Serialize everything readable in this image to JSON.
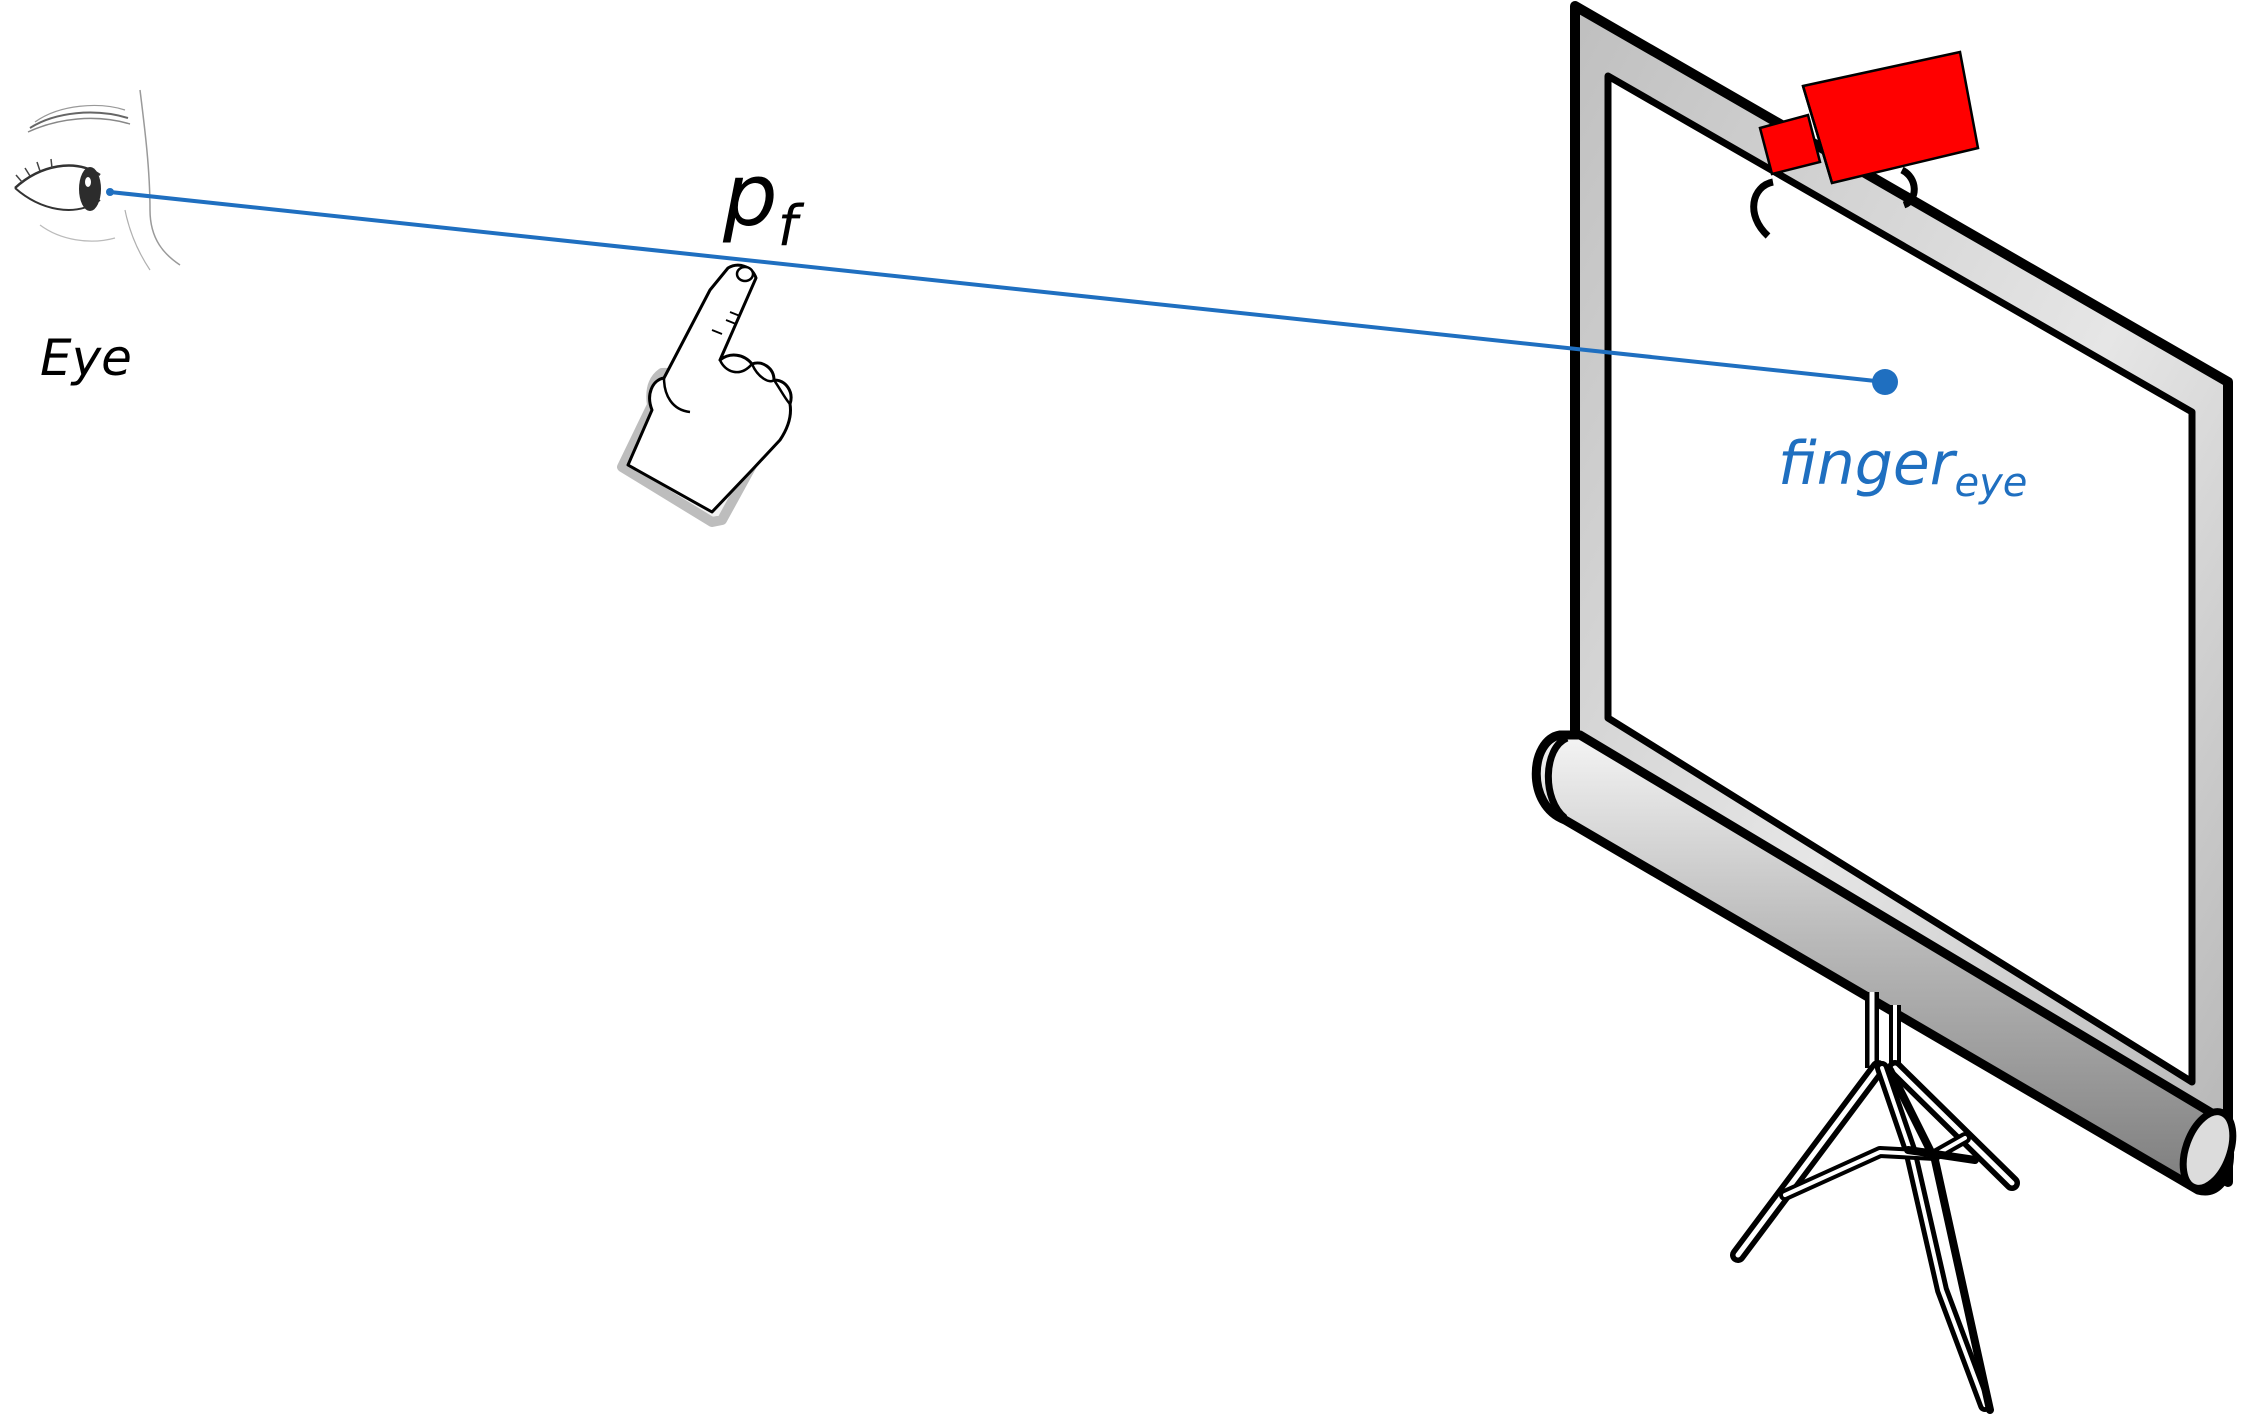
{
  "labels": {
    "eye": "Eye",
    "pointing_point_main": "p",
    "pointing_point_sub": "f",
    "screen_point_main": "finger",
    "screen_point_sub": "eye"
  },
  "icons": {
    "eye": "eye-icon",
    "hand": "pointing-hand-icon",
    "camera": "camera-icon",
    "screen": "projection-screen-icon"
  },
  "colors": {
    "ray": "#1f6fc0",
    "camera": "#ff0000",
    "label_text": "#000000",
    "screen_label": "#1f6fc0"
  }
}
